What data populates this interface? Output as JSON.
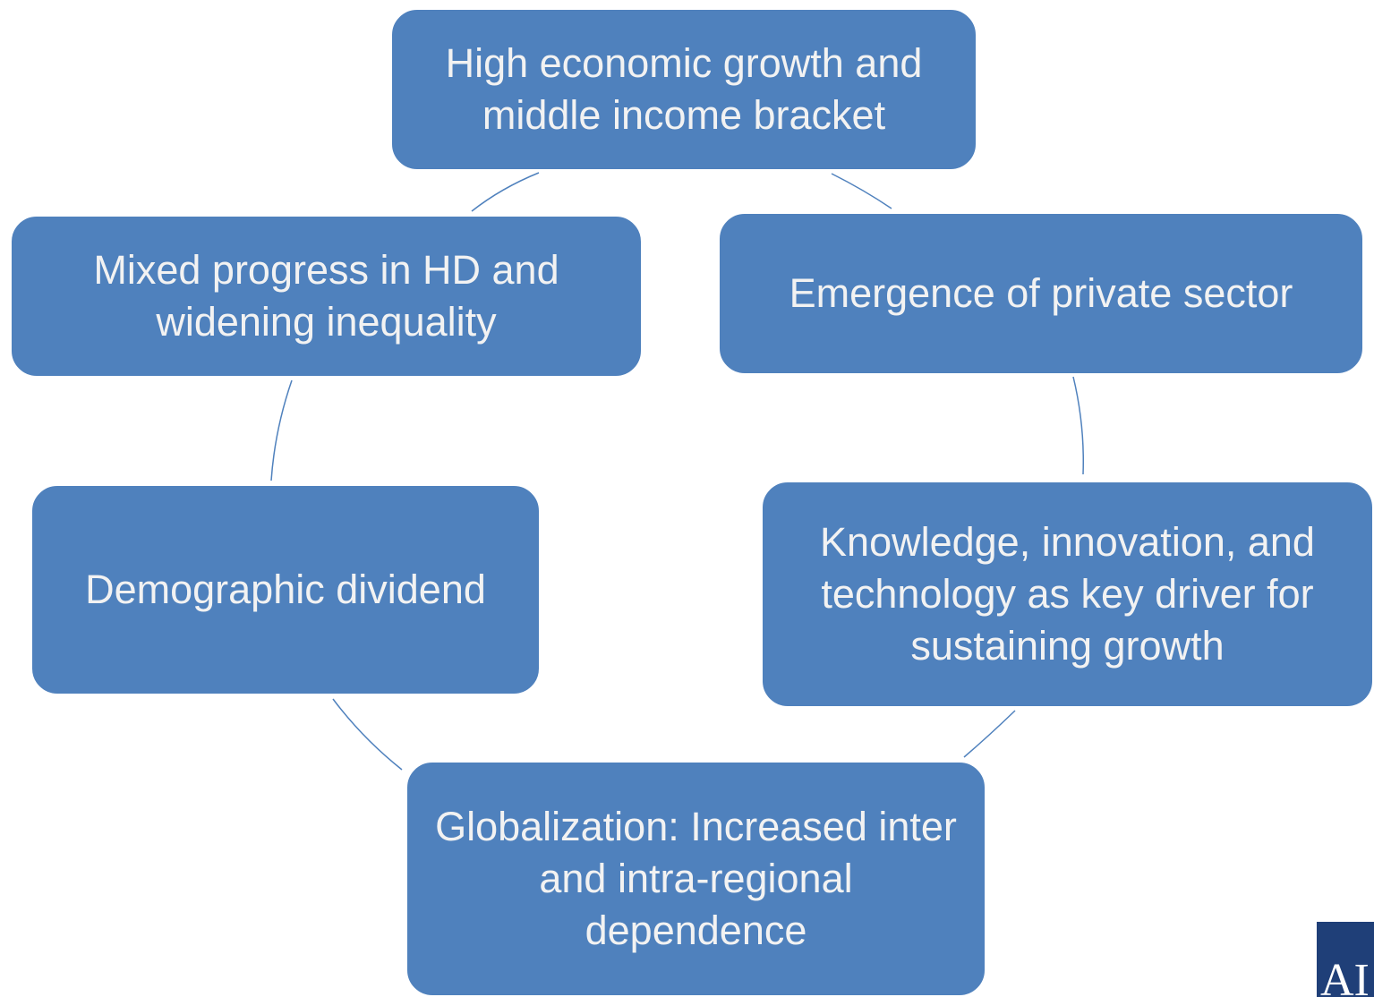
{
  "diagram": {
    "type": "cycle",
    "nodes": [
      {
        "id": "top",
        "label": "High economic growth and middle income bracket"
      },
      {
        "id": "right",
        "label": "Emergence of private sector"
      },
      {
        "id": "mid_right",
        "label": "Knowledge, innovation, and technology as key driver for sustaining growth"
      },
      {
        "id": "bottom",
        "label": "Globalization: Increased inter and intra-regional dependence"
      },
      {
        "id": "mid_left",
        "label": "Demographic dividend"
      },
      {
        "id": "left",
        "label": "Mixed progress in HD and widening inequality"
      }
    ],
    "edges": [
      [
        "top",
        "right"
      ],
      [
        "right",
        "mid_right"
      ],
      [
        "mid_right",
        "bottom"
      ],
      [
        "bottom",
        "mid_left"
      ],
      [
        "mid_left",
        "left"
      ],
      [
        "left",
        "top"
      ]
    ]
  },
  "logo": {
    "text": "AI",
    "icon": "institution-logo"
  },
  "colors": {
    "node_fill": "#4f81bd",
    "node_text": "#f2f2f2",
    "connector": "#4f81bd",
    "logo_bg": "#1f3f78"
  }
}
